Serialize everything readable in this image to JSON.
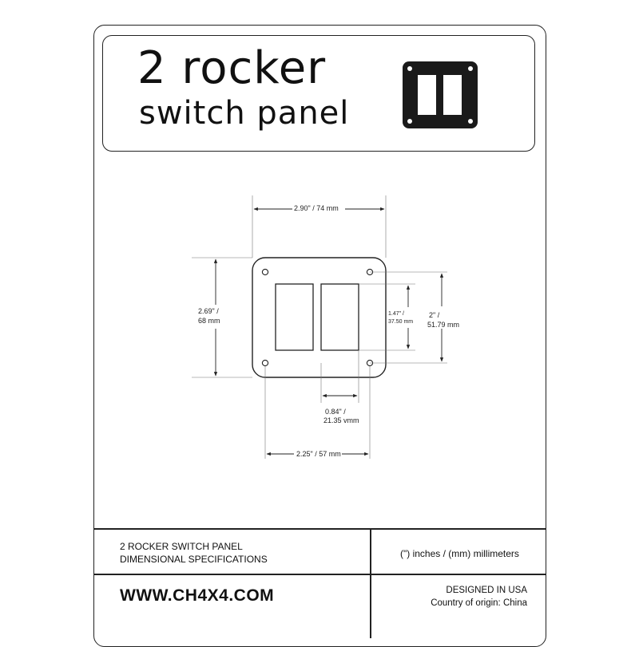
{
  "header": {
    "title_line1": "2 rocker",
    "title_line2": "switch panel",
    "thumbnail_icon": "switch-panel-thumbnail-icon"
  },
  "dimensions": {
    "overall_width": "2.90\" / 74 mm",
    "overall_height_1": "2.69\" /",
    "overall_height_2": "68 mm",
    "cutout_height_1": "1.47\" /",
    "cutout_height_2": "37.50 mm",
    "hole_vertical_1": "2\" /",
    "hole_vertical_2": "51.79 mm",
    "cutout_gap_1": "0.84\" /",
    "cutout_gap_2": "21.35 vmm",
    "hole_horizontal": "2.25\" / 57 mm"
  },
  "footer": {
    "spec_line1": "2 ROCKER SWITCH PANEL",
    "spec_line2": "DIMENSIONAL SPECIFICATIONS",
    "units": "(\") inches / (mm) millimeters",
    "website": "WWW.CH4X4.COM",
    "designed": "DESIGNED IN USA",
    "origin": "Country of origin: China"
  },
  "colors": {
    "line": "#222222",
    "thumbnail_fill": "#1a1a1a",
    "background": "#ffffff"
  }
}
